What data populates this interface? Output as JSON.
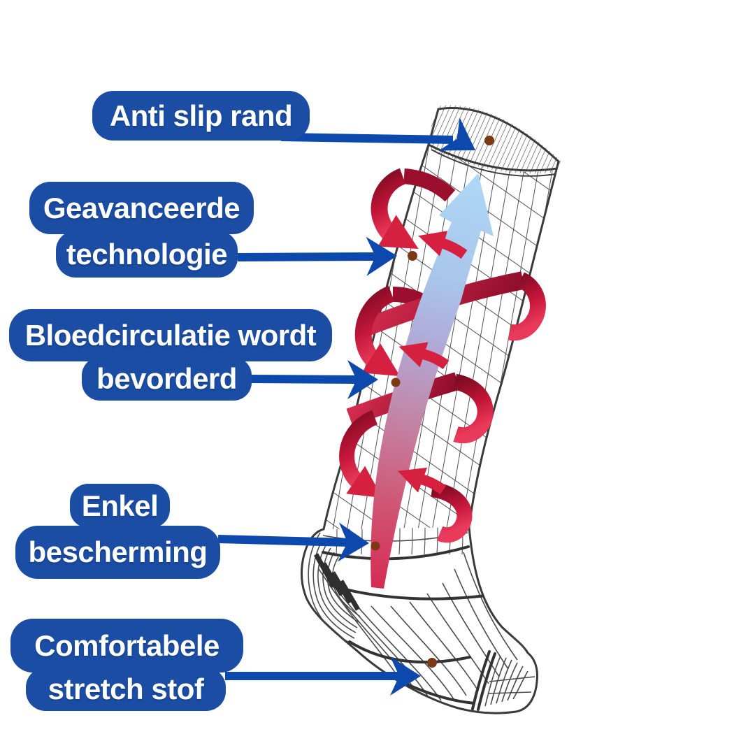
{
  "callouts": [
    {
      "id": "anti-slip-rand",
      "lines": [
        "Anti slip rand"
      ]
    },
    {
      "id": "geavanceerde-technologie",
      "lines": [
        "Geavanceerde",
        "technologie"
      ]
    },
    {
      "id": "bloedcirculatie-bevorderd",
      "lines": [
        "Bloedcirculatie wordt",
        "bevorderd"
      ]
    },
    {
      "id": "enkel-bescherming",
      "lines": [
        "Enkel",
        "bescherming"
      ]
    },
    {
      "id": "comfortabele-stretch-stof",
      "lines": [
        "Comfortabele",
        "stretch stof"
      ]
    }
  ],
  "colors": {
    "background": "#ffffff",
    "bubble-blue": "#1a4da3",
    "connector-blue": "#0d49ac",
    "ribbon-red": "#d6203f",
    "ribbon-dark": "#7e0b22",
    "flow-arrow-top": "#aed7f6",
    "flow-arrow-bottom": "#d62a52",
    "outline-gray": "#3a3a3a",
    "dot-brown": "#7b3a15",
    "text-white": "#ffffff"
  }
}
